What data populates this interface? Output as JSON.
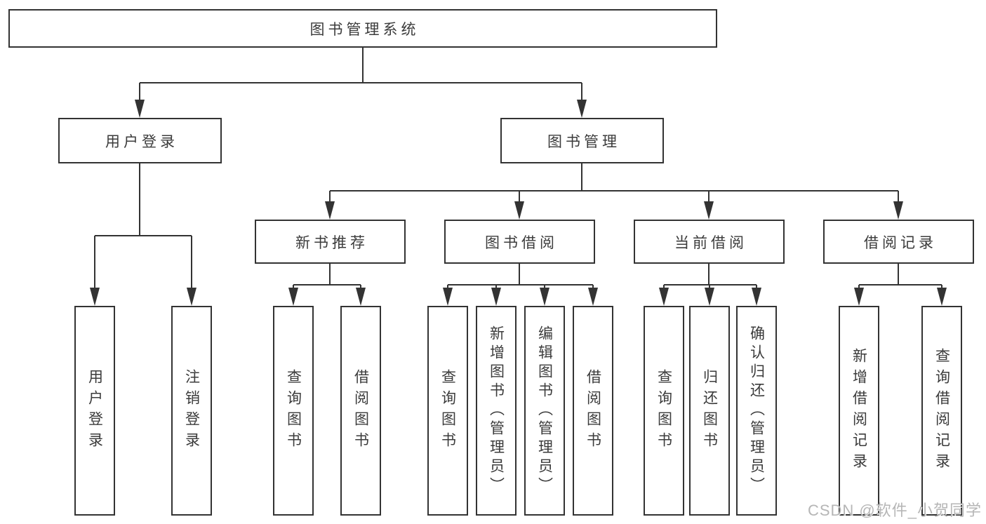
{
  "diagram": {
    "type": "hierarchy",
    "title": "图书管理系统",
    "branches": [
      {
        "label": "用户登录",
        "children": [
          {
            "label": "用户登录"
          },
          {
            "label": "注销登录"
          }
        ]
      },
      {
        "label": "图书管理",
        "children": [
          {
            "label": "新书推荐",
            "children": [
              {
                "label": "查询图书"
              },
              {
                "label": "借阅图书"
              }
            ]
          },
          {
            "label": "图书借阅",
            "children": [
              {
                "label": "查询图书"
              },
              {
                "label": "新增图书（管理员）"
              },
              {
                "label": "编辑图书（管理员）"
              },
              {
                "label": "借阅图书"
              }
            ]
          },
          {
            "label": "当前借阅",
            "children": [
              {
                "label": "查询图书"
              },
              {
                "label": "归还图书"
              },
              {
                "label": "确认归还（管理员）"
              }
            ]
          },
          {
            "label": "借阅记录",
            "children": [
              {
                "label": "新增借阅记录"
              },
              {
                "label": "查询借阅记录"
              }
            ]
          }
        ]
      }
    ]
  },
  "watermark": "CSDN @软件_小贺同学",
  "colors": {
    "line": "#333333",
    "box_border": "#333333",
    "text": "#3b3b3b",
    "background": "#ffffff",
    "watermark": "#b2b2b2"
  }
}
